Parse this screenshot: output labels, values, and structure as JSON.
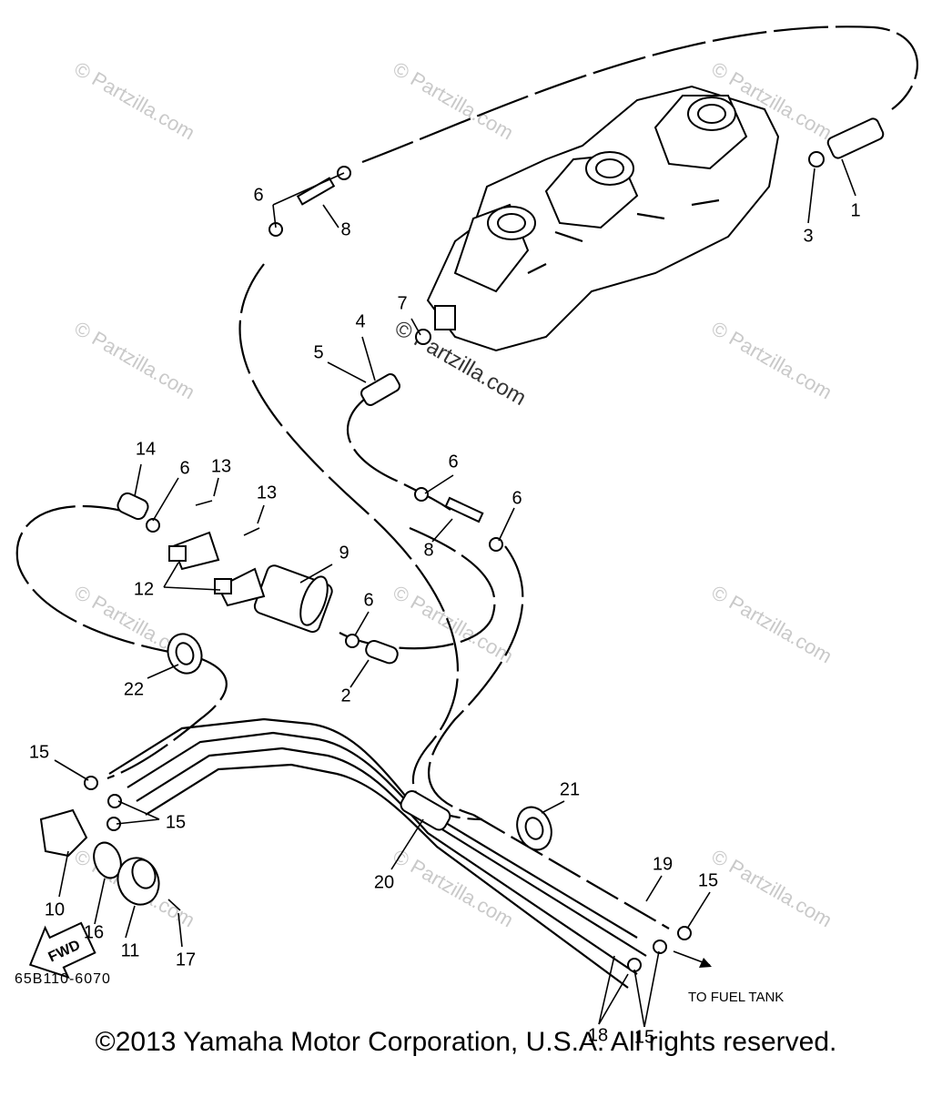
{
  "title": "",
  "drawing_code": "65B110-6070",
  "copyright": "©2013 Yamaha Motor Corporation, U.S.A. All rights reserved.",
  "watermark": "© Partzilla.com",
  "direction_label": "FWD",
  "destination_label": "TO FUEL TANK",
  "callouts": [
    "1",
    "2",
    "3",
    "4",
    "5",
    "6",
    "6",
    "6",
    "6",
    "6",
    "7",
    "8",
    "8",
    "9",
    "10",
    "11",
    "12",
    "13",
    "13",
    "14",
    "15",
    "15",
    "15",
    "15",
    "16",
    "17",
    "18",
    "19",
    "20",
    "21",
    "22"
  ]
}
